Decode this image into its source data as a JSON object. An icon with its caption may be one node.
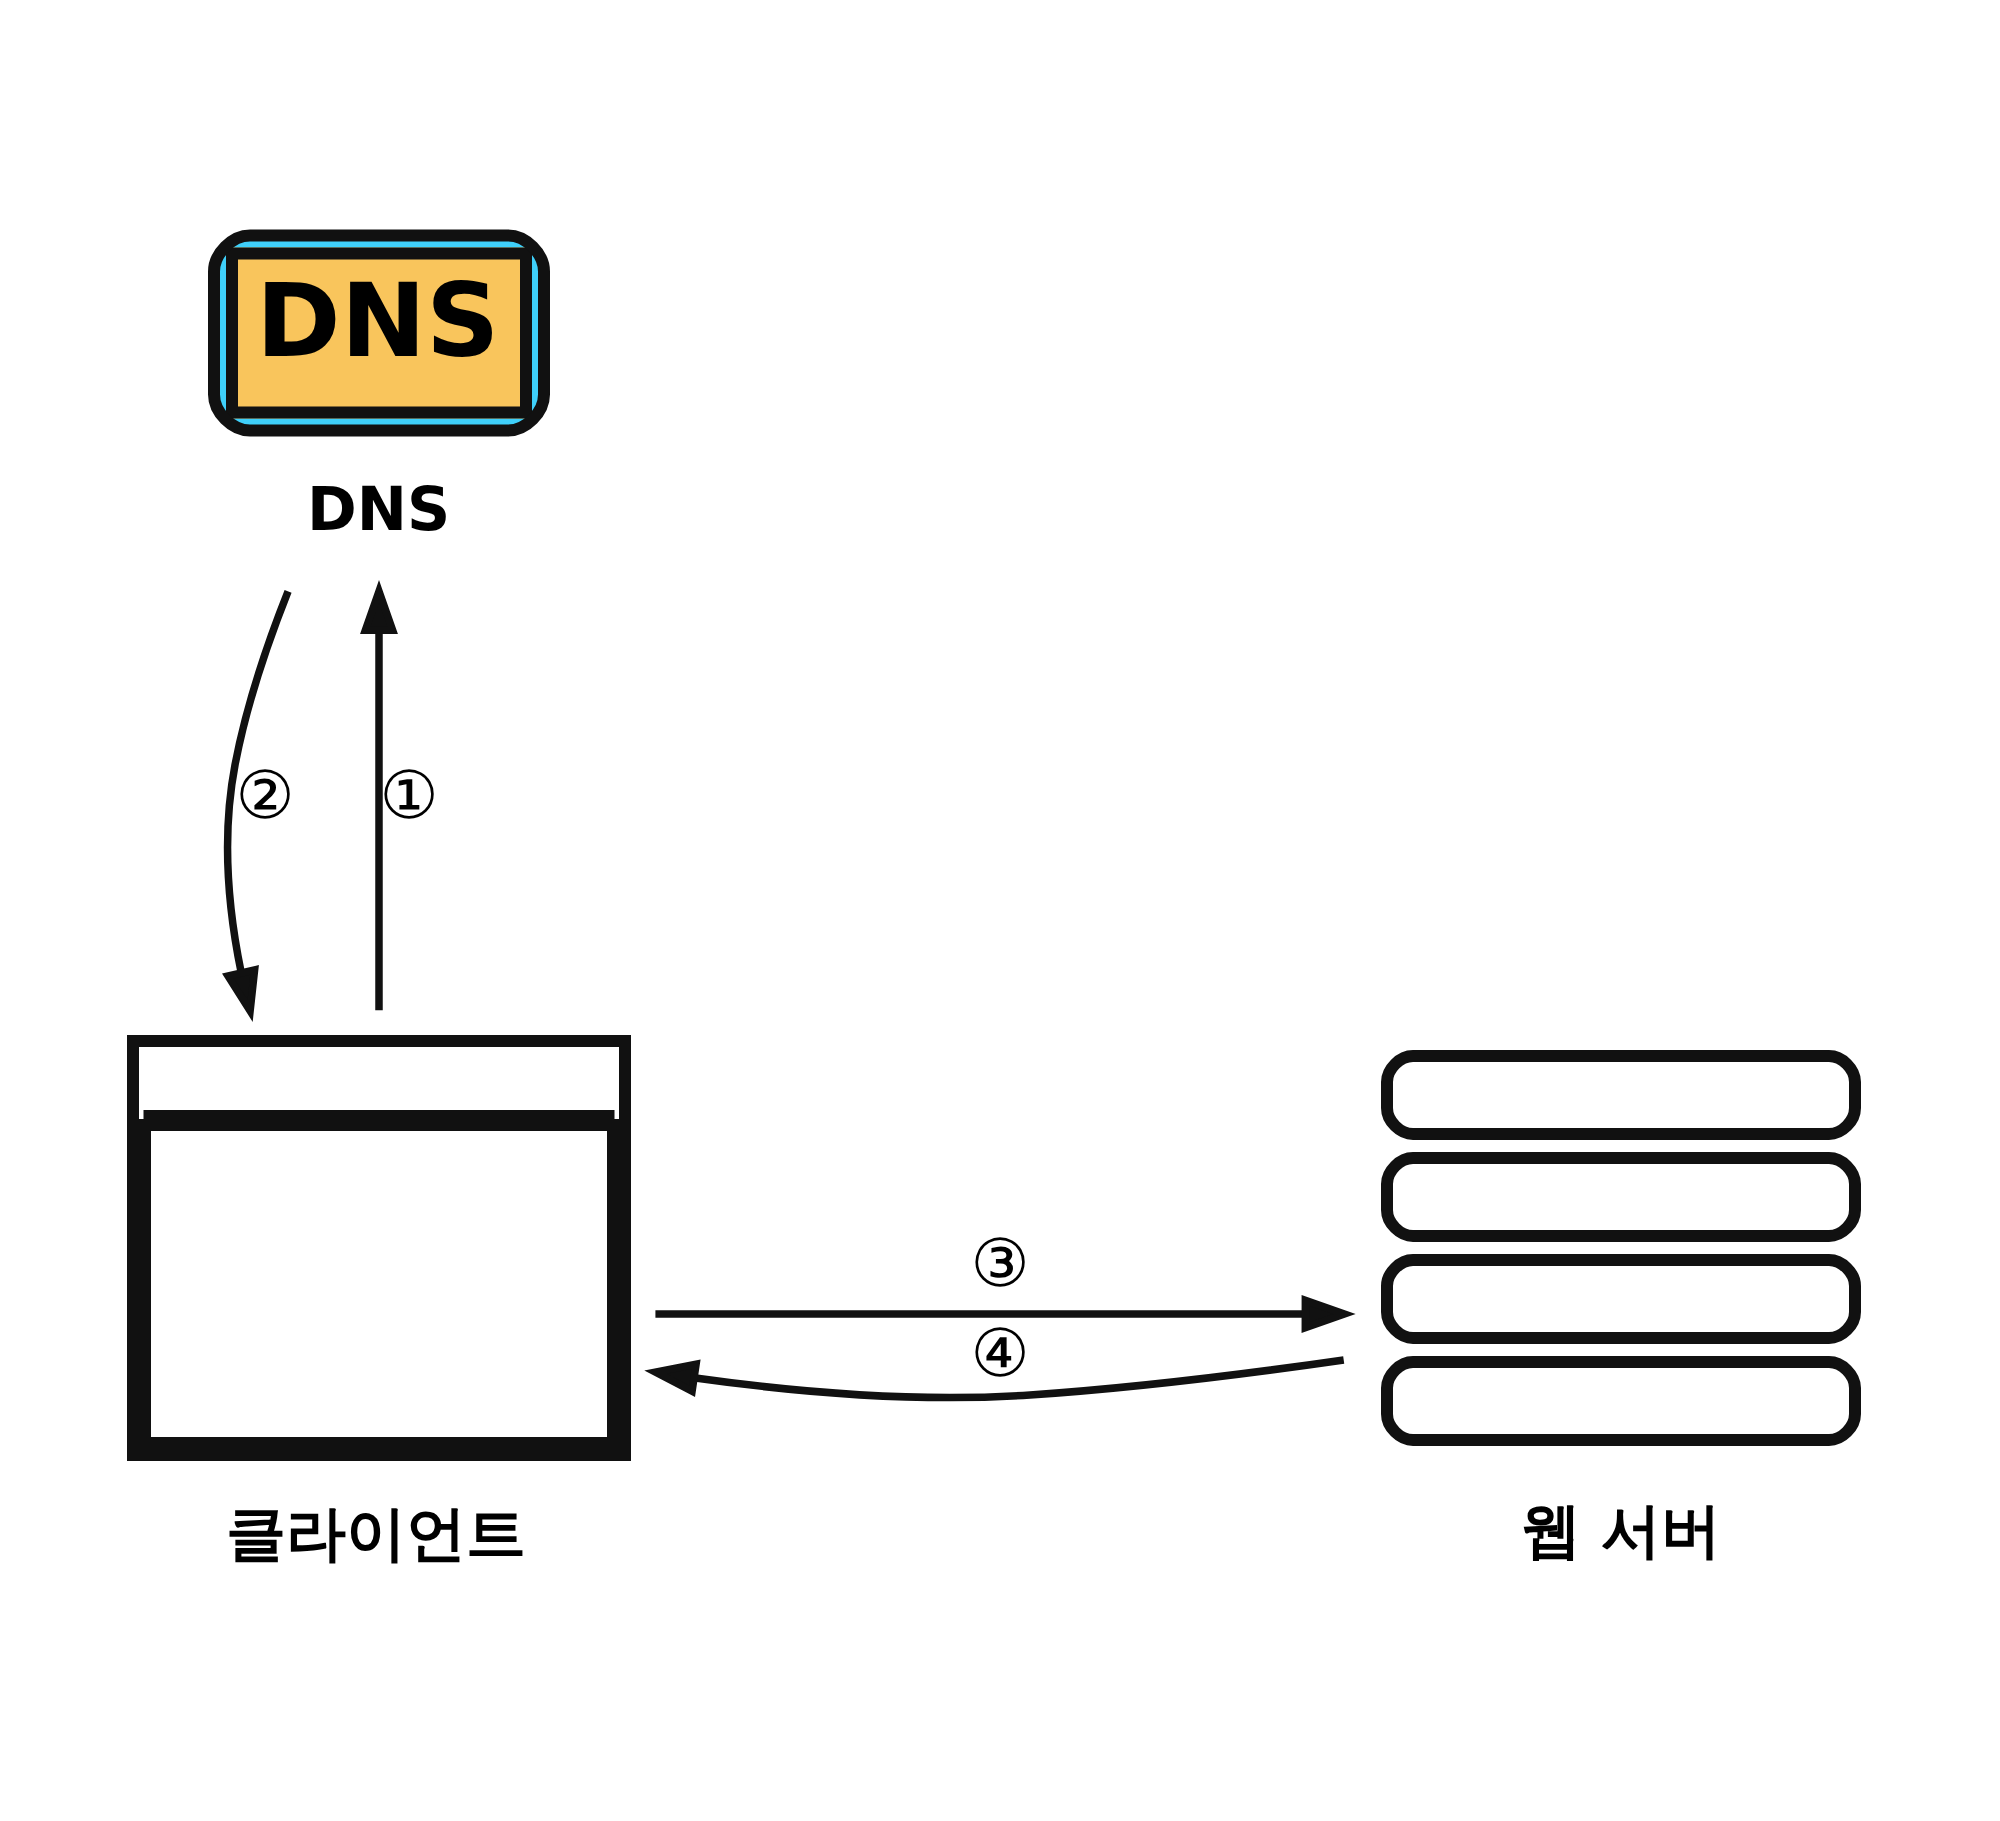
{
  "diagram": {
    "nodes": [
      {
        "text": [
          "DNS",
          "DNS"
        ]
      },
      {
        "text": [
          "클라이언트"
        ]
      },
      {
        "text": [
          "웹 서버"
        ]
      }
    ],
    "edges": [
      {
        "from": 1,
        "to": 0,
        "arrow": "to",
        "label": "①"
      },
      {
        "from": 0,
        "to": 1,
        "arrow": "to",
        "label": "②"
      },
      {
        "from": 1,
        "to": 2,
        "arrow": "to",
        "label": "③"
      },
      {
        "from": 2,
        "to": 1,
        "arrow": "to",
        "label": "④"
      }
    ]
  }
}
